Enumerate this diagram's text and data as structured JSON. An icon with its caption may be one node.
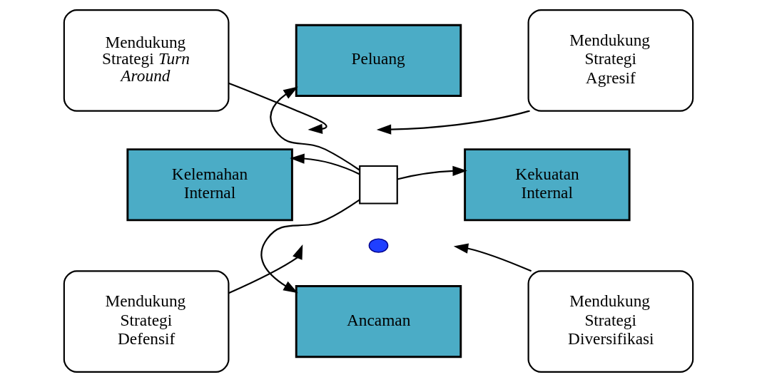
{
  "diagram": {
    "nodes": [
      {
        "text": [
          "Peluang"
        ]
      },
      {
        "text": [
          "Mendukung Strategi *Turn Around*"
        ]
      },
      {
        "text": [
          "Mendukung Strategi Agresif"
        ]
      },
      {
        "text": [
          "Kelemahan Internal"
        ]
      },
      {
        "text": [],
        "shape": "box"
      },
      {
        "text": [
          "Kekuatan Internal"
        ]
      },
      {
        "text": [],
        "shape": "circle"
      },
      {
        "text": [
          "Mendukung Strategi Defensif"
        ]
      },
      {
        "text": [
          "Mendukung Strategi Diversifikasi"
        ]
      },
      {
        "text": [
          "Ancaman"
        ]
      }
    ],
    "edges": [
      {
        "from": 4,
        "to": 0,
        "arrow": "to"
      },
      {
        "from": 4,
        "to": 3,
        "arrow": "to"
      },
      {
        "from": 4,
        "to": 5,
        "arrow": "to"
      },
      {
        "from": 4,
        "to": 9,
        "arrow": "to"
      },
      {
        "from": 1,
        "to": null,
        "arrow": "to"
      },
      {
        "from": 2,
        "to": null,
        "arrow": "to"
      },
      {
        "from": 7,
        "to": null,
        "arrow": "to"
      },
      {
        "from": 8,
        "to": null,
        "arrow": "to"
      }
    ]
  }
}
